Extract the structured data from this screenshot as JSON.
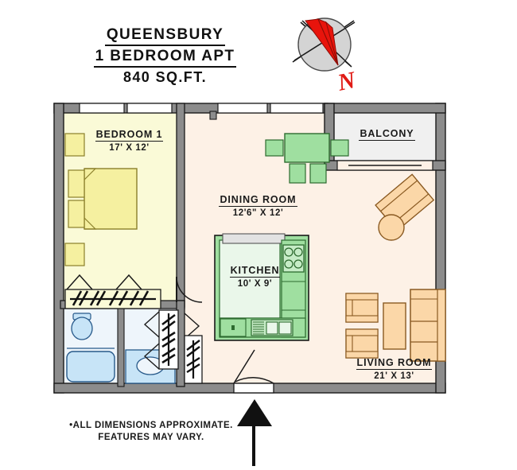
{
  "title": {
    "line1": "QUEENSBURY",
    "line2": "1 BEDROOM APT",
    "line3": "840 SQ.FT."
  },
  "compass": {
    "label": "N",
    "needle_color": "#e8140c",
    "dial_color": "#d4d4d4",
    "pointing": "northwest"
  },
  "rooms": [
    {
      "id": "bedroom",
      "name": "BEDROOM 1",
      "dimensions": "17' X 12'",
      "floor_color": "#fafad7"
    },
    {
      "id": "dining",
      "name": "DINING ROOM",
      "dimensions": "12'6\" X 12'",
      "floor_color": "#fdf1e6"
    },
    {
      "id": "kitchen",
      "name": "KITCHEN",
      "dimensions": "10' X 9'",
      "floor_color": "#eaf7ea"
    },
    {
      "id": "living",
      "name": "LIVING ROOM",
      "dimensions": "21' X 13'",
      "floor_color": "#fdf1e6"
    },
    {
      "id": "balcony",
      "name": "BALCONY",
      "dimensions": "",
      "floor_color": "#f0f0f0"
    }
  ],
  "footnote": {
    "line1": "•ALL DIMENSIONS APPROXIMATE.",
    "line2": "FEATURES MAY VARY."
  },
  "palette": {
    "wall": "#8c8c8c",
    "wall_outline": "#1a1a1a",
    "bedroom_floor": "#fafad7",
    "living_floor": "#fdf1e6",
    "kitchen_floor": "#eaf7ea",
    "bath_floor": "#eef5fb",
    "balcony_floor": "#f0f0f0",
    "bed_furniture": "#f5f0a0",
    "green_furniture": "#9fdfa0",
    "kitchen_counter": "#9fdfa0",
    "sofa": "#fbd7a8",
    "fixture_blue": "#c7e4f7",
    "entry_arrow": "#111111"
  },
  "features": {
    "entry_door": "entry-door-arrow",
    "closets": 4,
    "windows": 4
  }
}
